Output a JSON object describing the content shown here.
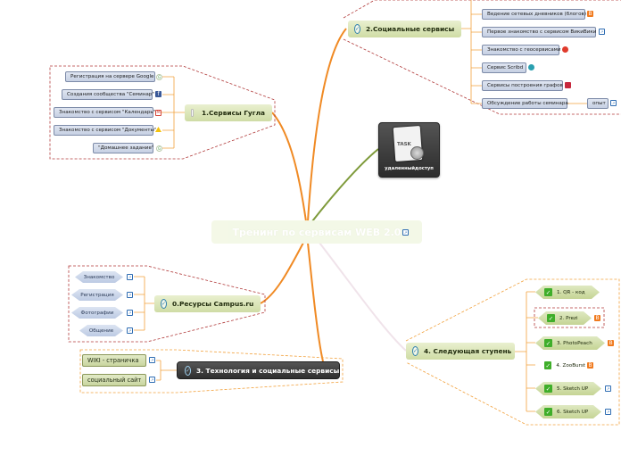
{
  "central": {
    "title": "Тренинг по сервисам WEB 2.0"
  },
  "task_node": {
    "label": "удаленныйдоступ",
    "image_text": "TASK"
  },
  "branch_google": {
    "title": "1.Сервисы Гугла",
    "items": [
      {
        "label": "Регистрация на сервере Google",
        "icon": "google-icon"
      },
      {
        "label": "Создания сообщества \"Семинар\"",
        "icon": "facebook-icon"
      },
      {
        "label": "Знакомство с сервисом \"Календарь\"",
        "icon": "gmail-icon"
      },
      {
        "label": "Знакомство с сервисом \"Документы\"",
        "icon": "drive-icon"
      },
      {
        "label": "\"Домашнее задание\"",
        "icon": "google-icon"
      }
    ]
  },
  "branch_social": {
    "title": "2.Социальные сервисы",
    "items": [
      {
        "label": "Ведение сетевых дневников (блогов)",
        "icon": "blogger-icon"
      },
      {
        "label": "Первое  знакомство с сервисом ВикиВики",
        "icon": "link-icon"
      },
      {
        "label": "Знакомство с геосервисами",
        "icon": "geo-icon"
      },
      {
        "label": "Сервис  Scribd",
        "icon": "scribd-icon"
      },
      {
        "label": "Сервисы построения графов",
        "icon": "red-icon"
      },
      {
        "label": "Обсуждение работы семинара",
        "icon": "none"
      }
    ],
    "sub_item": {
      "label": "опыт",
      "icon": "link-icon"
    }
  },
  "branch_campus": {
    "title": "0.Ресурсы Campus.ru",
    "items": [
      {
        "label": "Знакомство"
      },
      {
        "label": "Регистрация"
      },
      {
        "label": "Фотографии"
      },
      {
        "label": "Общение"
      }
    ]
  },
  "branch_tech": {
    "title": "3. Технология и социальные сервисы",
    "items": [
      {
        "label": "WIKI - страничка"
      },
      {
        "label": "социальный сайт"
      }
    ]
  },
  "branch_next": {
    "title": "4. Следующая ступень",
    "items": [
      {
        "label": "1.  QR - код"
      },
      {
        "label": "2.  Prezi"
      },
      {
        "label": "3.  PhotoPeach"
      },
      {
        "label": "4.  ZooBurst"
      },
      {
        "label": "5.  Sketch UP"
      },
      {
        "label": "6.  Sketch UP"
      }
    ]
  },
  "colors": {
    "branch_orange": "#f08a24",
    "branch_olive": "#7e9a3a",
    "boundary_red": "#b13a3a",
    "boundary_orange": "#f2a13c",
    "accent_green": "#3fae2a"
  }
}
